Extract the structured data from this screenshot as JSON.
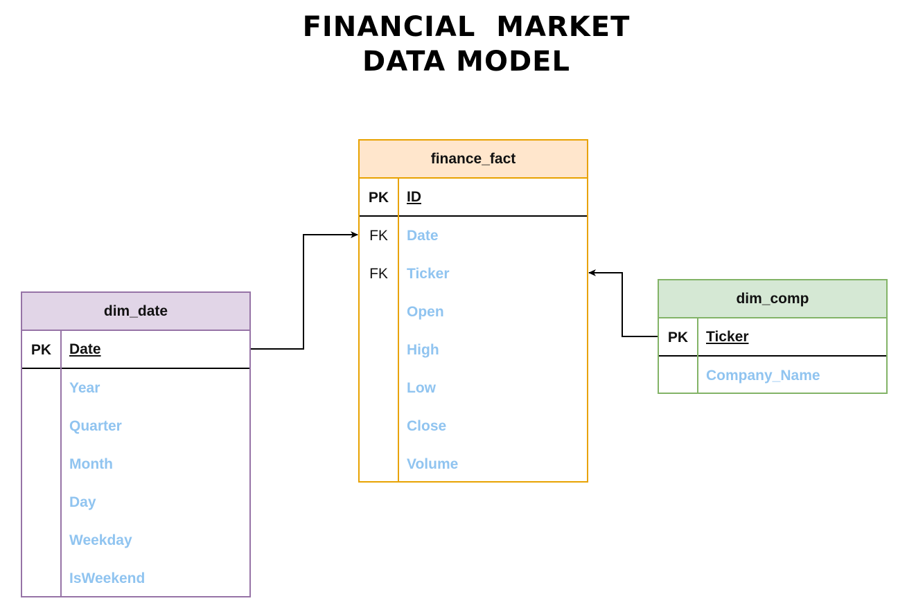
{
  "title": {
    "line1": "FINANCIAL  MARKET",
    "line2": "DATA MODEL"
  },
  "colors": {
    "field_text": "#90c4f0",
    "line": "#000000",
    "finance_fact_border": "#e8a200",
    "finance_fact_fill": "#ffe6cc",
    "dim_date_border": "#9673a6",
    "dim_date_fill": "#e1d5e7",
    "dim_comp_border": "#82b366",
    "dim_comp_fill": "#d5e8d4"
  },
  "entities": {
    "finance_fact": {
      "name": "finance_fact",
      "pk": {
        "key": "PK",
        "name": "ID"
      },
      "fields": [
        {
          "key": "FK",
          "name": "Date"
        },
        {
          "key": "FK",
          "name": "Ticker"
        },
        {
          "key": "",
          "name": "Open"
        },
        {
          "key": "",
          "name": "High"
        },
        {
          "key": "",
          "name": "Low"
        },
        {
          "key": "",
          "name": "Close"
        },
        {
          "key": "",
          "name": "Volume"
        }
      ]
    },
    "dim_date": {
      "name": "dim_date",
      "pk": {
        "key": "PK",
        "name": "Date"
      },
      "fields": [
        {
          "key": "",
          "name": "Year"
        },
        {
          "key": "",
          "name": "Quarter"
        },
        {
          "key": "",
          "name": "Month"
        },
        {
          "key": "",
          "name": "Day"
        },
        {
          "key": "",
          "name": "Weekday"
        },
        {
          "key": "",
          "name": "IsWeekend"
        }
      ]
    },
    "dim_comp": {
      "name": "dim_comp",
      "pk": {
        "key": "PK",
        "name": "Ticker"
      },
      "fields": [
        {
          "key": "",
          "name": "Company_Name"
        }
      ]
    }
  },
  "relationships": [
    {
      "from": "dim_date.Date",
      "to": "finance_fact.Date"
    },
    {
      "from": "dim_comp.Ticker",
      "to": "finance_fact.Ticker"
    }
  ]
}
